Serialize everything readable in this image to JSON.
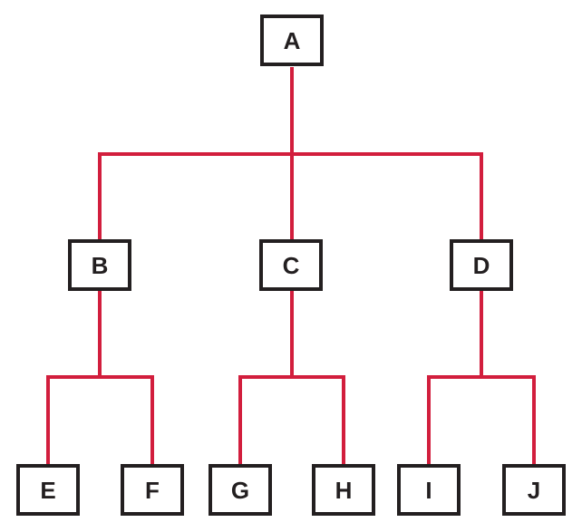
{
  "diagram": {
    "type": "tree",
    "title": "",
    "nodes": [
      {
        "id": "A",
        "label": "A",
        "parent": null,
        "level": 0
      },
      {
        "id": "B",
        "label": "B",
        "parent": "A",
        "level": 1
      },
      {
        "id": "C",
        "label": "C",
        "parent": "A",
        "level": 1
      },
      {
        "id": "D",
        "label": "D",
        "parent": "A",
        "level": 1
      },
      {
        "id": "E",
        "label": "E",
        "parent": "B",
        "level": 2
      },
      {
        "id": "F",
        "label": "F",
        "parent": "B",
        "level": 2
      },
      {
        "id": "G",
        "label": "G",
        "parent": "C",
        "level": 2
      },
      {
        "id": "H",
        "label": "H",
        "parent": "C",
        "level": 2
      },
      {
        "id": "I",
        "label": "I",
        "parent": "D",
        "level": 2
      },
      {
        "id": "J",
        "label": "J",
        "parent": "D",
        "level": 2
      }
    ],
    "edges": [
      [
        "A",
        "B"
      ],
      [
        "A",
        "C"
      ],
      [
        "A",
        "D"
      ],
      [
        "B",
        "E"
      ],
      [
        "B",
        "F"
      ],
      [
        "C",
        "G"
      ],
      [
        "C",
        "H"
      ],
      [
        "D",
        "I"
      ],
      [
        "D",
        "J"
      ]
    ]
  },
  "colors": {
    "connector": "#d21e3d",
    "box-border": "#231f20",
    "box-fill": "#ffffff",
    "label": "#231f20",
    "background": "#ffffff"
  }
}
